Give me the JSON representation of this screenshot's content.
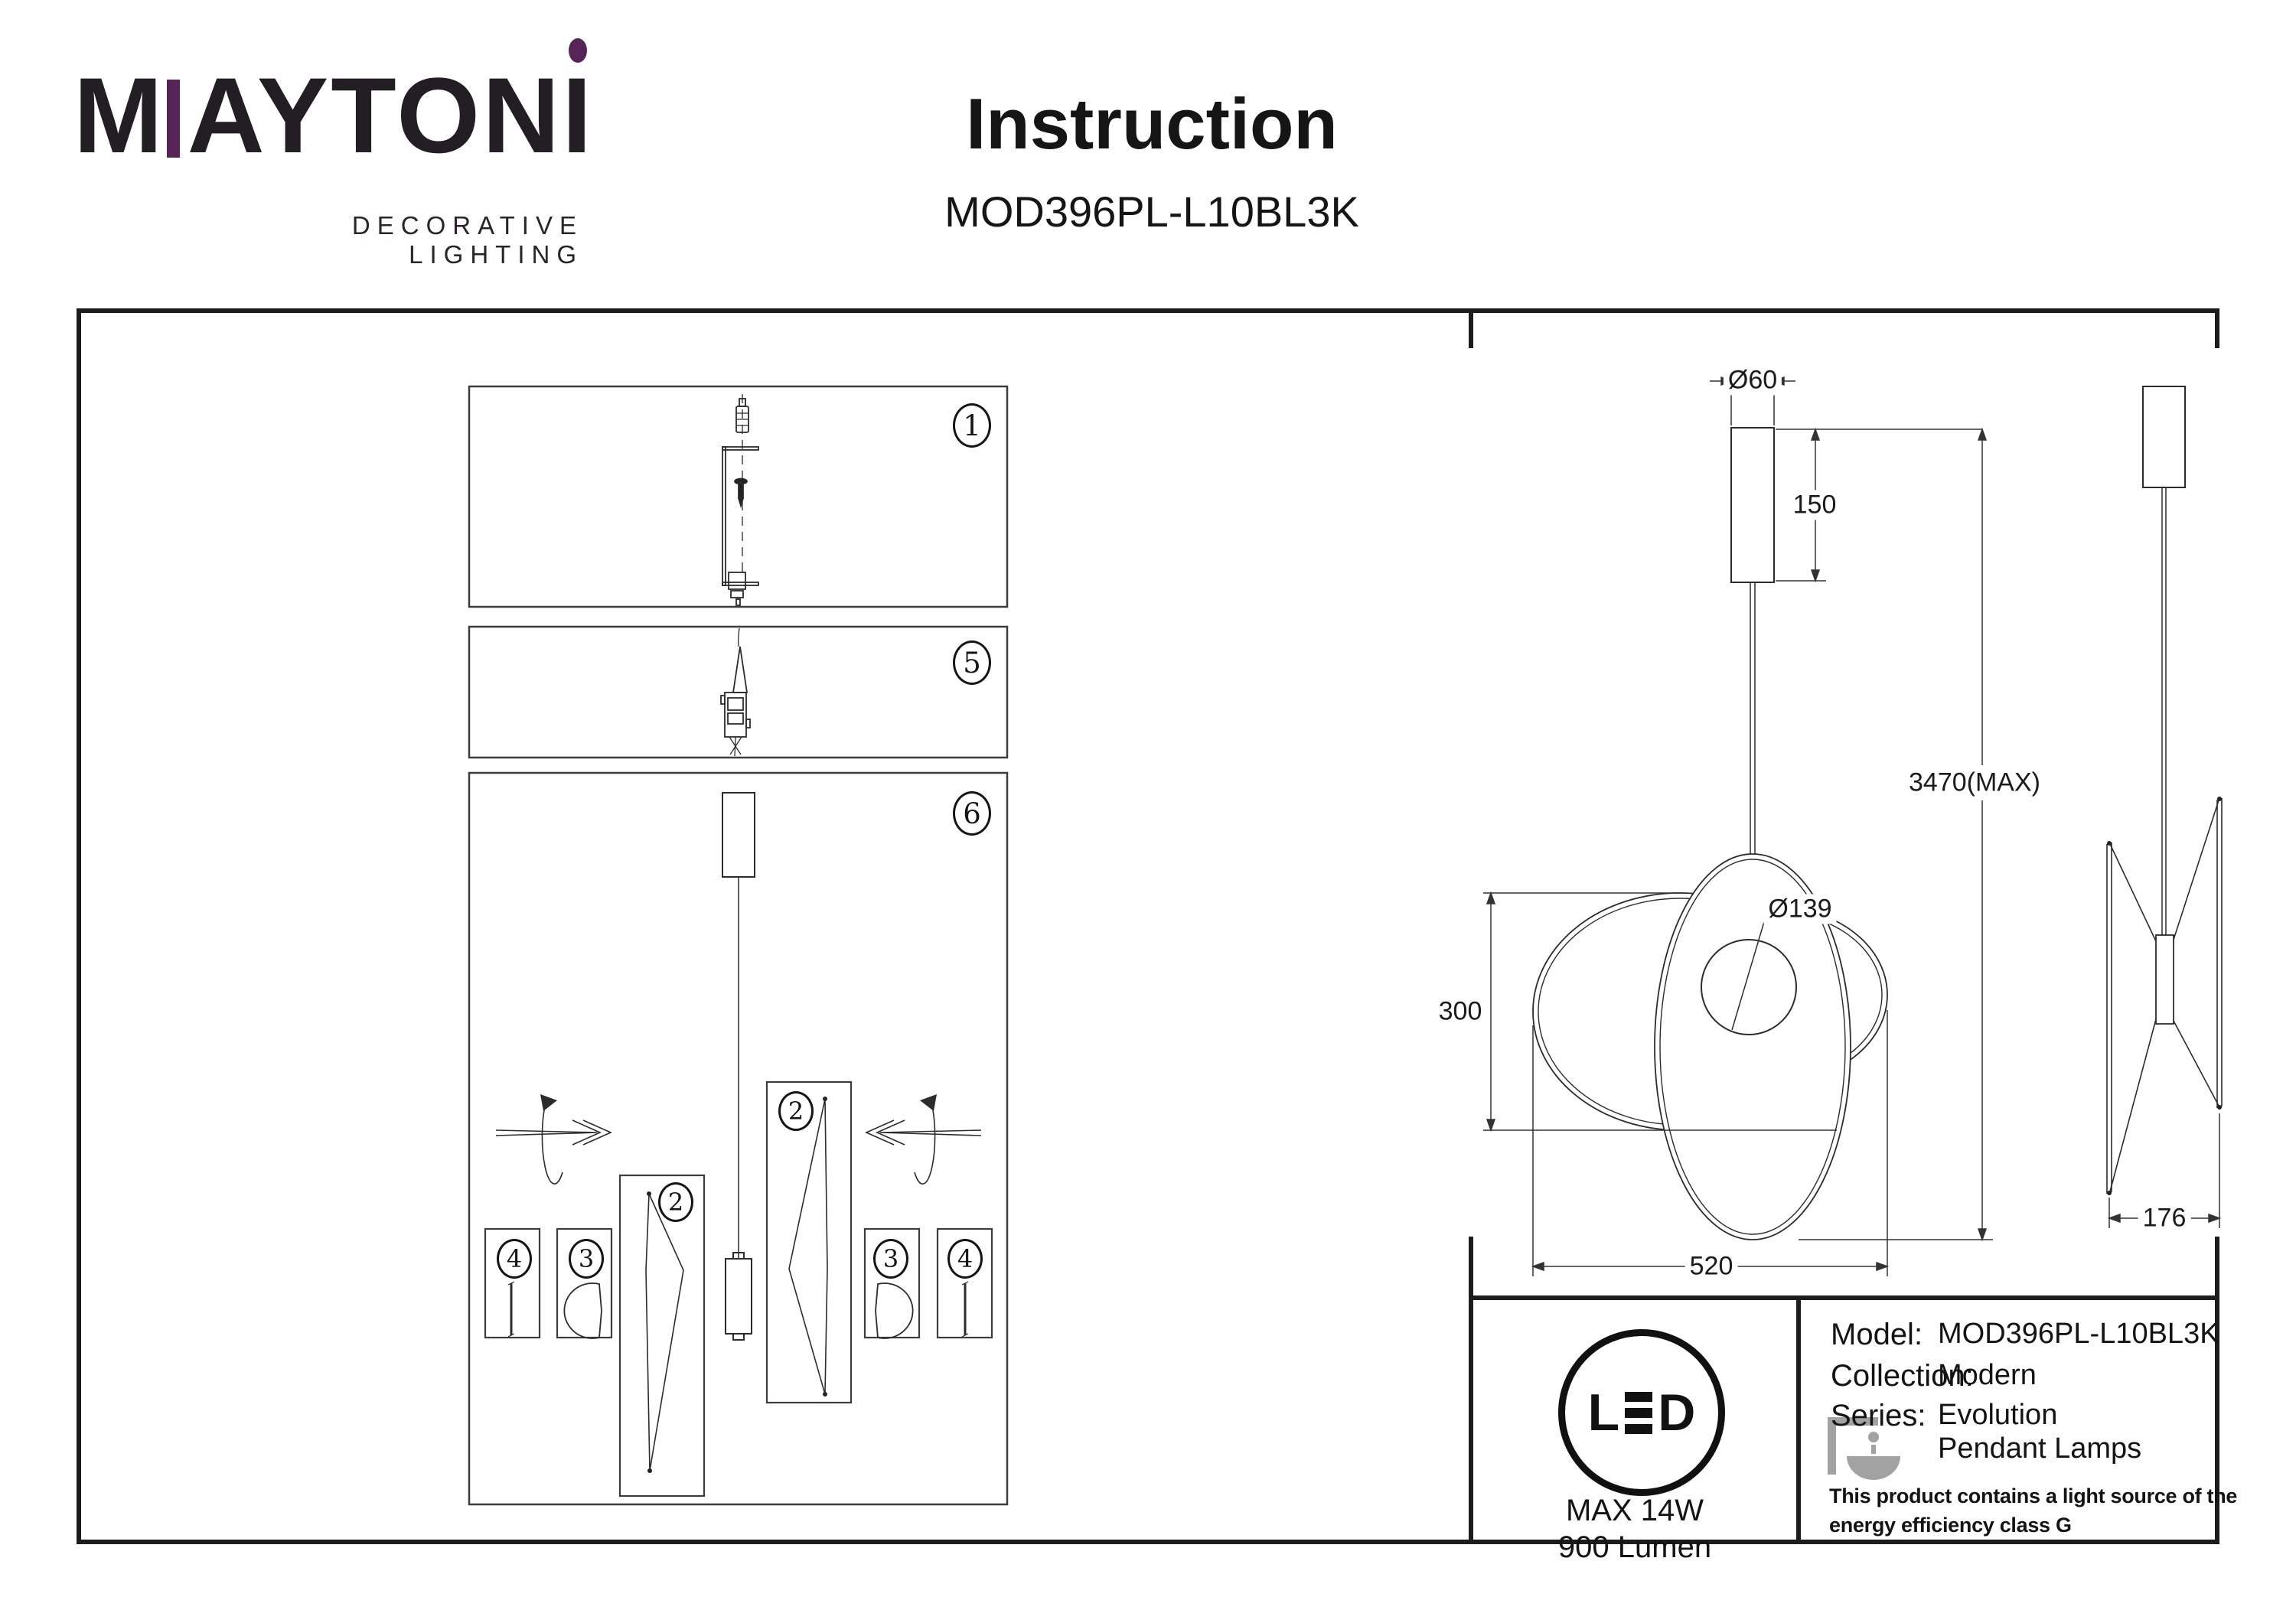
{
  "brand": {
    "wordmark_m": "M",
    "wordmark_rest": "AYTON",
    "wordmark_i": "I",
    "tagline": "DECORATIVE LIGHTING",
    "accent_purple": "#572458"
  },
  "title": {
    "heading": "Instruction",
    "model": "MOD396PL-L10BL3K"
  },
  "steps": {
    "step1": "1",
    "step5": "5",
    "step6": "6",
    "part2": "2",
    "part3": "3",
    "part4": "4"
  },
  "dimensions": {
    "canopy_diameter": "Ø60",
    "canopy_height": "150",
    "max_drop": "3470(MAX)",
    "hole_diameter": "Ø139",
    "leaf_height": "300",
    "total_width": "520",
    "side_depth": "176"
  },
  "spec_table": {
    "led_l": "L",
    "led_d": "D",
    "max_wattage": "MAX 14W",
    "luminous_flux": "900 Lumen",
    "model_label": "Model:",
    "model_value": "MOD396PL-L10BL3K",
    "collection_label": "Collection:",
    "collection_value": "Modern",
    "series_label": "Series:",
    "series_value": "Evolution",
    "category": "Pendant Lamps",
    "energy_line1": "This product contains a light source of the",
    "energy_line2": "energy efficiency class G"
  }
}
